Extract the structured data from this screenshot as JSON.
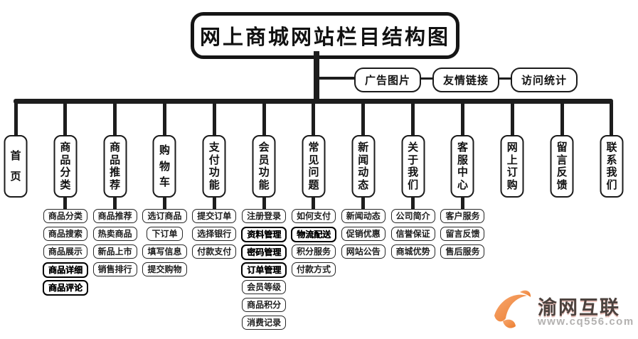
{
  "title": "网上商城网站栏目结构图",
  "side_nodes": [
    {
      "label": "广告图片"
    },
    {
      "label": "友情链接"
    },
    {
      "label": "访问统计"
    }
  ],
  "columns": [
    {
      "label": "首页",
      "subs": []
    },
    {
      "label": "商品分类",
      "subs": [
        {
          "label": "商品分类"
        },
        {
          "label": "商品搜索"
        },
        {
          "label": "商品展示"
        },
        {
          "label": "商品详细",
          "bold": true
        },
        {
          "label": "商品评论",
          "bold": true
        }
      ]
    },
    {
      "label": "商品推荐",
      "subs": [
        {
          "label": "商品推荐"
        },
        {
          "label": "热卖商品"
        },
        {
          "label": "新品上市"
        },
        {
          "label": "销售排行"
        }
      ]
    },
    {
      "label": "购物车",
      "subs": [
        {
          "label": "选订商品"
        },
        {
          "label": "下订单"
        },
        {
          "label": "填写信息"
        },
        {
          "label": "提交购物"
        }
      ]
    },
    {
      "label": "支付功能",
      "subs": [
        {
          "label": "提交订单"
        },
        {
          "label": "选择银行"
        },
        {
          "label": "付款支付"
        }
      ]
    },
    {
      "label": "会员功能",
      "subs": [
        {
          "label": "注册登录"
        },
        {
          "label": "资料管理",
          "bold": true
        },
        {
          "label": "密码管理",
          "bold": true
        },
        {
          "label": "订单管理",
          "bold": true
        },
        {
          "label": "会员等级"
        },
        {
          "label": "商品积分"
        },
        {
          "label": "消费记录"
        }
      ]
    },
    {
      "label": "常见问题",
      "subs": [
        {
          "label": "如何支付"
        },
        {
          "label": "物流配送",
          "bold": true
        },
        {
          "label": "积分服务"
        },
        {
          "label": "付款方式"
        }
      ]
    },
    {
      "label": "新闻动态",
      "subs": [
        {
          "label": "新闻动态"
        },
        {
          "label": "促销优惠"
        },
        {
          "label": "网站公告"
        }
      ]
    },
    {
      "label": "关于我们",
      "subs": [
        {
          "label": "公司简介"
        },
        {
          "label": "信誉保证"
        },
        {
          "label": "商城优势"
        }
      ]
    },
    {
      "label": "客服中心",
      "subs": [
        {
          "label": "客户服务"
        },
        {
          "label": "留言反馈"
        },
        {
          "label": "售后服务"
        }
      ]
    },
    {
      "label": "网上订购",
      "subs": []
    },
    {
      "label": "留言反馈",
      "subs": []
    },
    {
      "label": "联系我们",
      "subs": []
    }
  ],
  "watermark": {
    "brand": "渝网互联",
    "url": "www.cq556.com"
  },
  "colors": {
    "line": "#1d1d1d",
    "logo_orange_light": "#f7a76f",
    "logo_orange_dark": "#ec7c2d",
    "brand_text": "#4c423e",
    "url_text": "#b3b1b0"
  }
}
